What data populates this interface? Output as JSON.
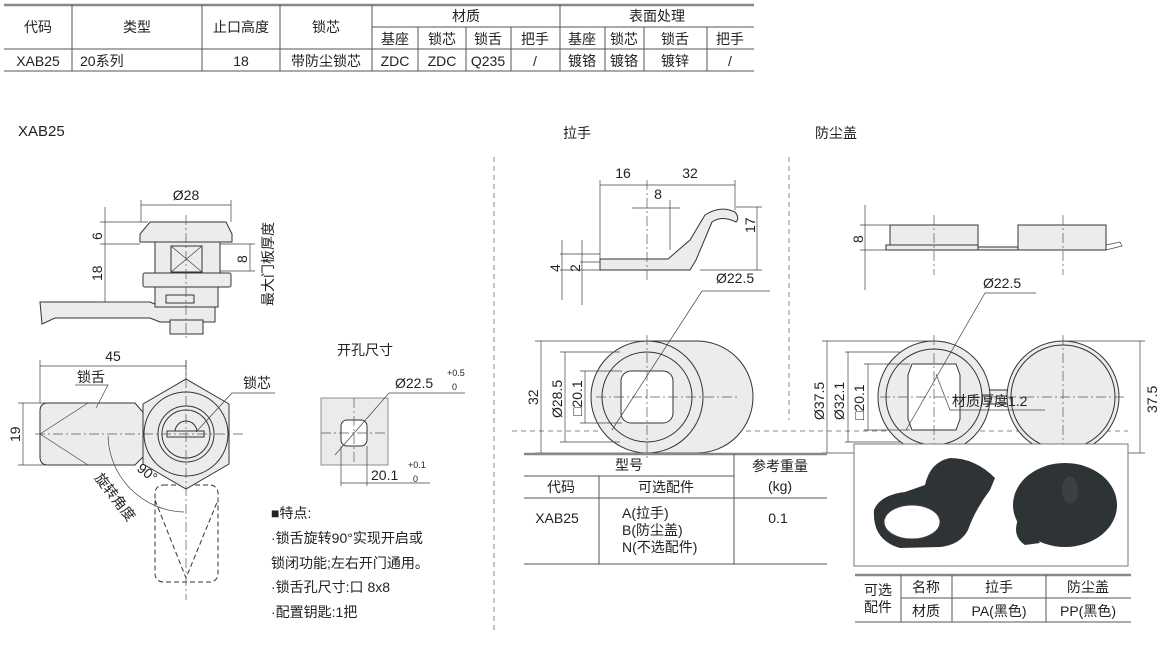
{
  "spec_table": {
    "headers": [
      "代码",
      "类型",
      "止口高度",
      "锁芯",
      "材质",
      "表面处理"
    ],
    "material_sub": [
      "基座",
      "锁芯",
      "锁舌",
      "把手"
    ],
    "finish_sub": [
      "基座",
      "锁芯",
      "锁舌",
      "把手"
    ],
    "row": [
      "XAB25",
      "20系列",
      "18",
      "带防尘锁芯",
      "ZDC",
      "ZDC",
      "Q235",
      "/",
      "镀铬",
      "镀铬",
      "镀锌",
      "/"
    ]
  },
  "drawing": {
    "model_title": "XAB25",
    "pull_title": "拉手",
    "cap_title": "防尘盖",
    "lock": {
      "dia": "Ø28",
      "h6": "6",
      "h18": "18",
      "h8": "8",
      "panel": "最大门板厚度",
      "w45": "45",
      "h19": "19",
      "tongue": "锁舌",
      "core": "锁芯",
      "angle": "90°",
      "rotate": "旋转角度"
    },
    "cutout": {
      "title": "开孔尺寸",
      "dia": "Ø22.5",
      "dia_tol_up": "+0.5",
      "dia_tol_lo": "0",
      "flat": "20.1",
      "flat_tol_up": "+0.1",
      "flat_tol_lo": "0"
    },
    "features": {
      "title": "■特点:",
      "lines": [
        "·锁舌旋转90°实现开启或",
        "锁闭功能;左右开门通用。",
        "·锁舌孔尺寸:口 8x8",
        "·配置钥匙:1把"
      ]
    },
    "pull": {
      "w16": "16",
      "w32": "32",
      "w8": "8",
      "h17": "17",
      "h4": "4",
      "h2": "2",
      "dia": "Ø22.5",
      "h32": "32",
      "d285": "Ø28.5",
      "sq": "□20.1"
    },
    "cap": {
      "h8": "8",
      "dia": "Ø22.5",
      "d375": "Ø37.5",
      "d321": "Ø32.1",
      "sq": "□20.1",
      "h375": "37.5",
      "thick": "材质厚度1.2"
    }
  },
  "options_table": {
    "header_model": "型号",
    "header_weight": "参考重量",
    "header_weight_unit": "(kg)",
    "col_code": "代码",
    "col_options": "可选配件",
    "code": "XAB25",
    "options": [
      "A(拉手)",
      "B(防尘盖)",
      "N(不选配件)"
    ],
    "weight": "0.1"
  },
  "accessory_table": {
    "label": [
      "可选",
      "配件"
    ],
    "name_label": "名称",
    "material_label": "材质",
    "items": [
      {
        "name": "拉手",
        "material": "PA(黑色)"
      },
      {
        "name": "防尘盖",
        "material": "PP(黑色)"
      }
    ]
  },
  "colors": {
    "photo_part": "#2e3336"
  }
}
